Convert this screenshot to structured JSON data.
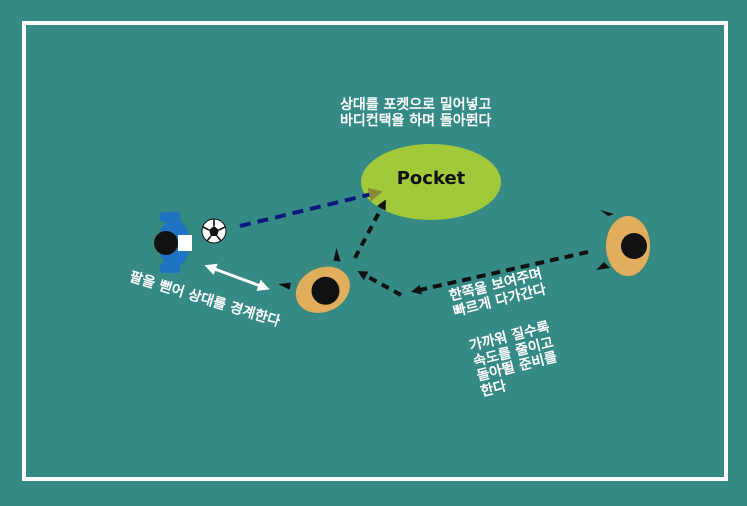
{
  "diagram": {
    "pocket_label": "Pocket",
    "instruction_top": "상대를 포켓으로 밀어넣고\n바디컨택을 하며 돌아뛴다",
    "instruction_arm": "팔을 뻗어 상대를 경계한다",
    "instruction_approach": "한쪽을 보여주며\n빠르게 다가간다",
    "instruction_slow": "가까워 질수록\n속도를 줄이고\n돌아뛸 준비를\n한다"
  },
  "colors": {
    "field": "#358a85",
    "lines": "#ffffff",
    "pocket_zone": "#a2c93a",
    "attacker_shirt": "#1f73c4",
    "defender_shirt": "#e0ae5c",
    "pass_line": "#0b1a78",
    "run_line": "#111111",
    "text": "#ffffff"
  },
  "icons": {
    "attacker": "player-topdown-icon",
    "defender": "player-topdown-icon",
    "ball": "soccer-ball-icon"
  }
}
